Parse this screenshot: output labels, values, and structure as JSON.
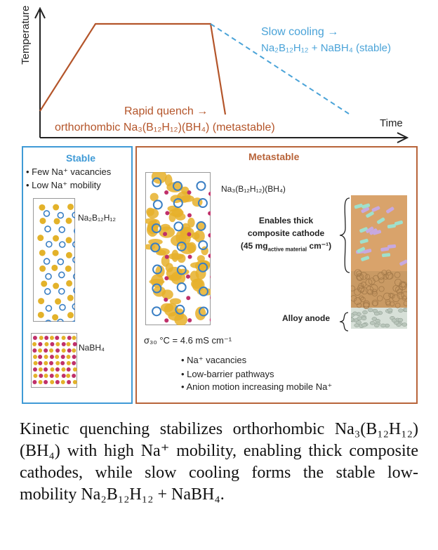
{
  "graph": {
    "y_axis_label": "Temperature",
    "x_axis_label": "Time",
    "slow_cooling_label": "Slow cooling →",
    "slow_cooling_product": "Na₂B₁₂H₁₂ + NaBH₄ (stable)",
    "quench_label": "Rapid quench →",
    "quench_product": "orthorhombic Na₃(B₁₂H₁₂)(BH₄) (metastable)",
    "colors": {
      "quench": "#b4552a",
      "slow": "#4aa3d8",
      "axis": "#222222"
    }
  },
  "stable": {
    "title": "Stable",
    "bullets": [
      "• Few Na⁺ vacancies",
      "• Low Na⁺ mobility"
    ],
    "crystal1_label": "Na₂B₁₂H₁₂",
    "crystal2_label": "NaBH₄"
  },
  "metastable": {
    "title": "Metastable",
    "crystal_label": "Na₃(B₁₂H₁₂)(BH₄)",
    "conductivity": "σ₃₀ °C = 4.6 mS cm⁻¹",
    "bullets": [
      "• Na⁺ vacancies",
      "• Low-barrier pathways",
      "• Anion motion increasing mobile Na⁺"
    ],
    "cathode_line1": "Enables thick",
    "cathode_line2": "composite cathode",
    "cathode_line3": "(45 mg",
    "cathode_sub": "active material",
    "cathode_line3_end": " cm⁻¹)",
    "anode_label": "Alloy anode"
  },
  "caption": "Kinetic quenching stabilizes orthorhombic Na₃(B₁₂H₁₂)(BH₄) with high Na⁺ mobility, enabling thick composite cathodes, while slow cooling forms the stable low-mobility Na₂B₁₂H₁₂ + NaBH₄."
}
